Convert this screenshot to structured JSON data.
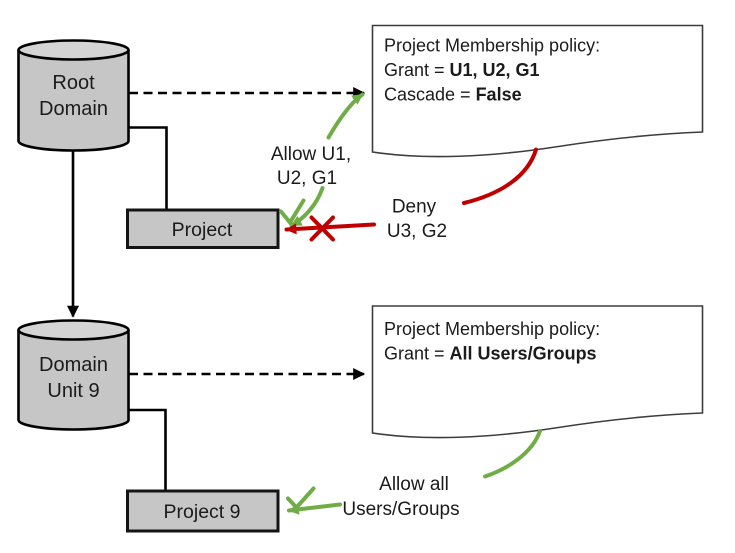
{
  "nodes": {
    "root_domain": {
      "line1": "Root",
      "line2": "Domain"
    },
    "domain_unit_9": {
      "line1": "Domain",
      "line2": "Unit 9"
    },
    "project": {
      "label": "Project"
    },
    "project_9": {
      "label": "Project 9"
    }
  },
  "policies": {
    "root": {
      "title": "Project Membership policy:",
      "grant_label": "Grant = ",
      "grant_value": "U1, U2, G1",
      "cascade_label": "Cascade = ",
      "cascade_value": "False"
    },
    "unit9": {
      "title": "Project Membership policy:",
      "grant_label": "Grant = ",
      "grant_value": "All Users/Groups"
    }
  },
  "annotations": {
    "allow_top": {
      "line1": "Allow U1,",
      "line2": "U2, G1"
    },
    "deny": {
      "line1": "Deny",
      "line2": "U3, G2"
    },
    "allow_bottom": {
      "line1": "Allow all",
      "line2": "Users/Groups"
    }
  },
  "colors": {
    "allow_green": "#70ad47",
    "deny_red": "#c00000",
    "node_fill": "#c6c6c6",
    "node_top_fill": "#d4d4d4",
    "outline": "#000000"
  }
}
